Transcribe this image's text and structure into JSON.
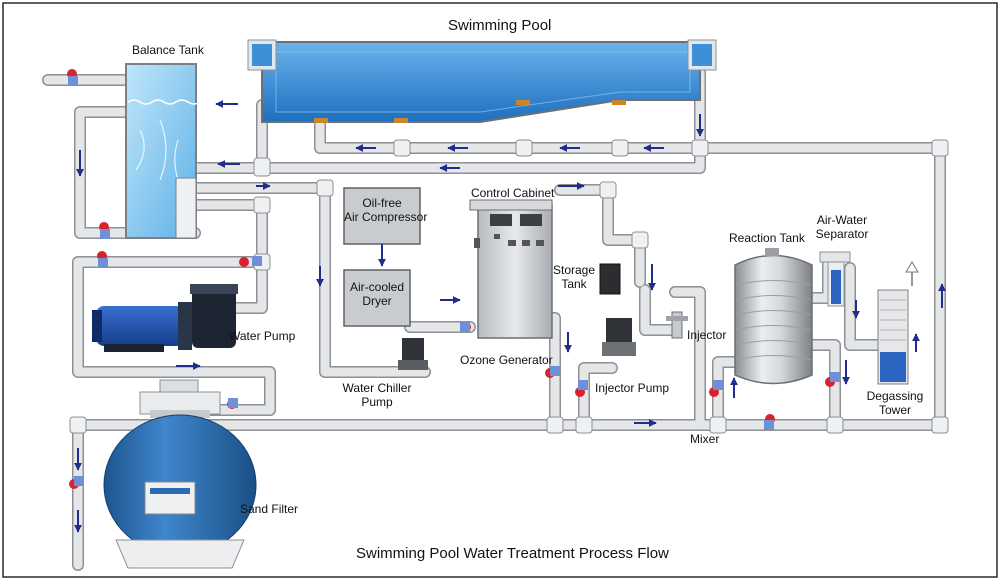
{
  "labels": {
    "swimming_pool": "Swimming Pool",
    "balance_tank": "Balance Tank",
    "oil_free_line1": "Oil-free",
    "oil_free_line2": "Air Compressor",
    "air_cooled_line1": "Air-cooled",
    "air_cooled_line2": "Dryer",
    "control_cabinet": "Control Cabinet",
    "storage_tank_line1": "Storage",
    "storage_tank_line2": "Tank",
    "reaction_tank": "Reaction Tank",
    "separator_line1": "Air-Water",
    "separator_line2": "Separator",
    "water_pump": "Water Pump",
    "ozone_generator": "Ozone Generator",
    "injector": "Injector",
    "injector_pump": "Injector Pump",
    "chiller_line1": "Water Chiller",
    "chiller_line2": "Pump",
    "degassing_line1": "Degassing",
    "degassing_line2": "Tower",
    "mixer": "Mixer",
    "sand_filter": "Sand Filter",
    "footer": "Swimming Pool Water Treatment Process Flow"
  },
  "colors": {
    "pipe": "#e4e6e8",
    "pipe_edge": "#8d9195",
    "flow_arrow": "#1f2e8c",
    "valve": "#d8232a",
    "pool_water": "#3d8fd6",
    "filter_body": "#2e6fb4",
    "box_fill": "#c9cccf"
  }
}
